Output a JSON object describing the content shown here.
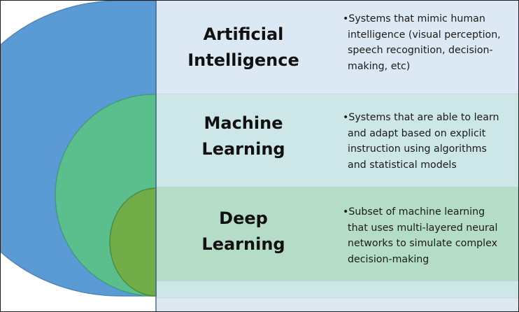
{
  "levels": [
    {
      "title_lines": [
        "Artificial",
        "Intelligence"
      ],
      "description_lines": [
        "•Systems that mimic human",
        "intelligence (visual perception,",
        "speech recognition, decision-",
        "making, etc)"
      ]
    },
    {
      "title_lines": [
        "Machine",
        "Learning"
      ],
      "description_lines": [
        "•Systems that are able to learn",
        "and adapt based on explicit",
        "instruction using algorithms",
        "and statistical models"
      ]
    },
    {
      "title_lines": [
        "Deep",
        "Learning"
      ],
      "description_lines": [
        "•Subset of machine learning",
        "that uses multi-layered neural",
        "networks to simulate complex",
        "decision-making"
      ]
    }
  ],
  "colors": {
    "ai_circle": "#5b9bd5",
    "ml_circle": "#5abf8c",
    "dl_circle": "#70ad47",
    "ai_band": "#dce9f4",
    "ml_band": "#cde7e8",
    "dl_band": "#b5dcc7"
  }
}
